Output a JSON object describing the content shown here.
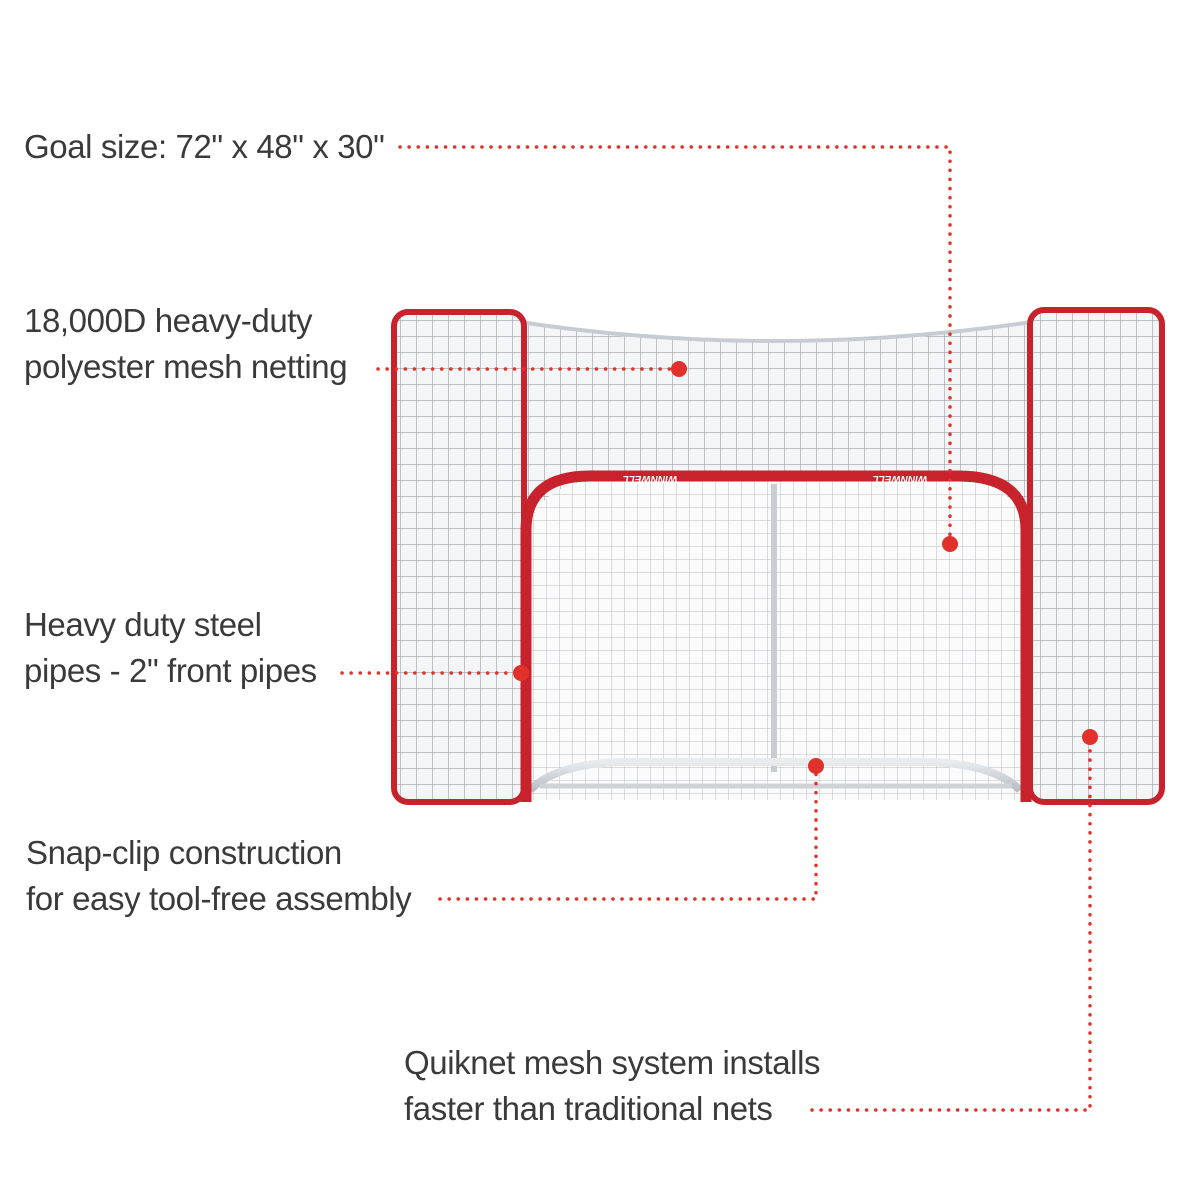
{
  "product": {
    "brand_marking": "WINNWELL"
  },
  "colors": {
    "frame_red": "#c8232c",
    "callout_red": "#e0312a",
    "text_gray": "#3a3a3a",
    "mesh_white": "#ffffff",
    "base_silver": "#cfd3d8"
  },
  "callouts": [
    {
      "id": "goal-size",
      "lines": [
        "Goal size: 72\" x 48\" x 30\""
      ]
    },
    {
      "id": "mesh-netting",
      "lines": [
        "18,000D heavy-duty",
        "polyester mesh netting"
      ]
    },
    {
      "id": "steel-pipes",
      "lines": [
        "Heavy duty steel",
        "pipes - 2\" front pipes"
      ]
    },
    {
      "id": "snap-clip",
      "lines": [
        "Snap-clip construction",
        "for easy tool-free assembly"
      ]
    },
    {
      "id": "quiknet",
      "lines": [
        "Quiknet mesh system installs",
        "faster than traditional nets"
      ]
    }
  ]
}
